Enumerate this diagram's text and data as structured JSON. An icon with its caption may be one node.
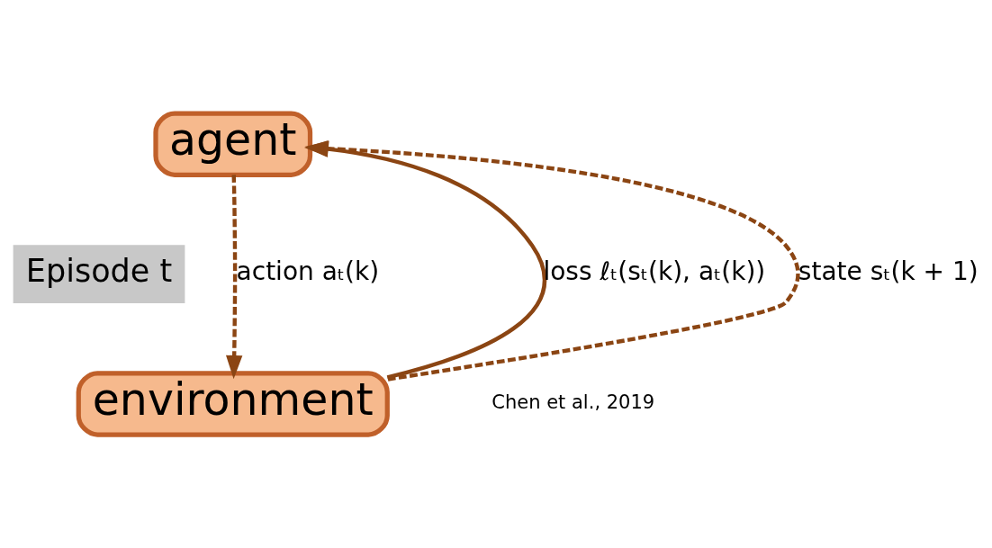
{
  "diagram": {
    "nodes": [
      {
        "text": [
          "agent"
        ]
      },
      {
        "text": [
          "Episode t"
        ]
      },
      {
        "text": [
          "environment"
        ]
      }
    ],
    "edges": [
      {
        "from": 2,
        "to": 0,
        "arrow": "to",
        "label": "loss ℓₜ(sₜ(k), aₜ(k))"
      },
      {
        "from": 2,
        "to": 0,
        "arrow": "to",
        "label": "state sₜ(k + 1)",
        "style": "dashed"
      },
      {
        "from": 0,
        "to": 2,
        "arrow": "to",
        "label": "action aₜ(k)",
        "style": "dashed"
      }
    ],
    "labels": [
      "Chen et al., 2019"
    ]
  }
}
